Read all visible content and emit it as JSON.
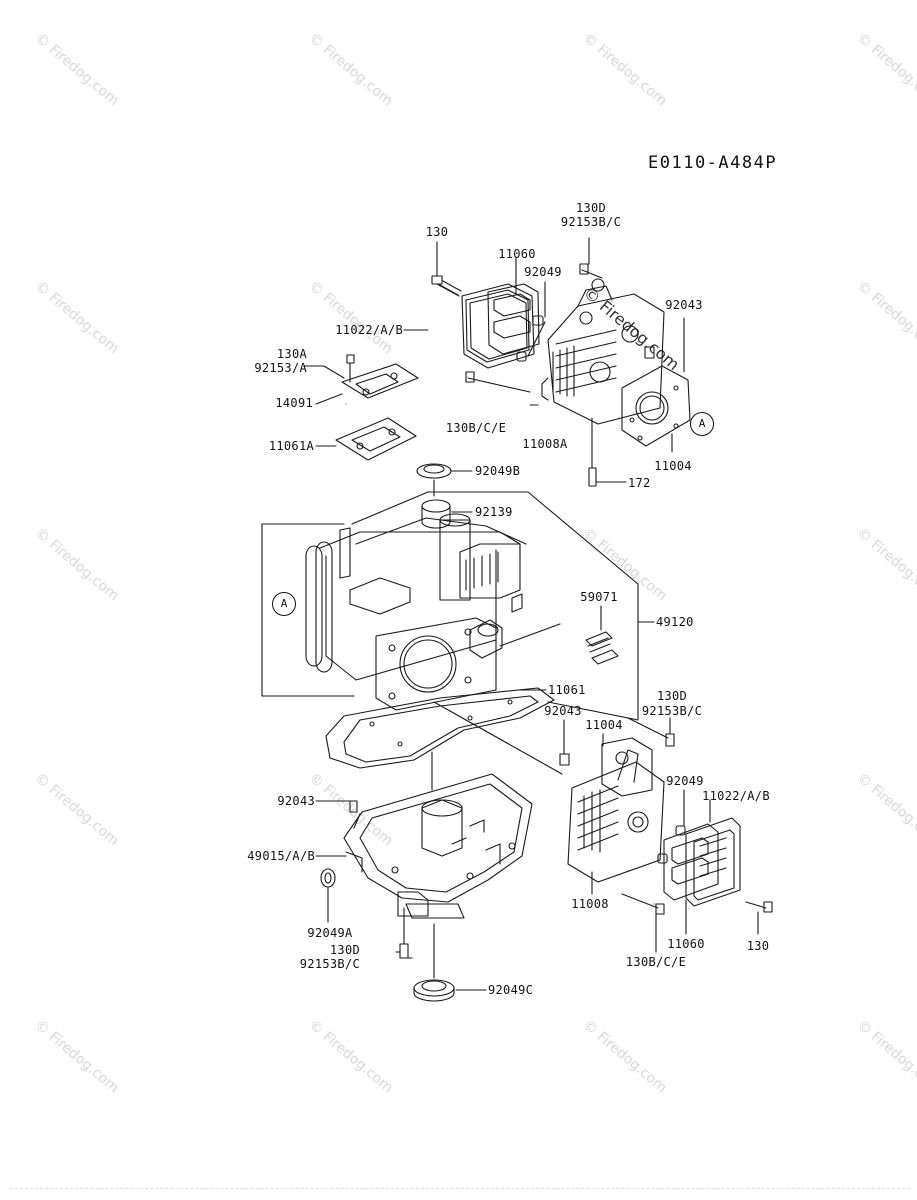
{
  "diagram_code": "E0110-A484P",
  "watermark": "© Firedog.com",
  "circle_label": "A",
  "labels": {
    "l130_top": "130",
    "l130d_top": "130D",
    "l92153bc_top": "92153B/C",
    "l11060_top": "11060",
    "l92049_top": "92049",
    "l92043_top": "92043",
    "l11022_top": "11022/A/B",
    "l130a": "130A",
    "l92153a": "92153/A",
    "l14091": "14091",
    "l130bce_top": "130B/C/E",
    "l11008a": "11008A",
    "l11004_top": "11004",
    "l172": "172",
    "l11061a": "11061A",
    "l92049b": "92049B",
    "l92139": "92139",
    "l59071": "59071",
    "l49120": "49120",
    "l11061": "11061",
    "l130d_mid": "130D",
    "l92043_mid": "92043",
    "l92153bc_mid": "92153B/C",
    "l11004_mid": "11004",
    "l92049_mid": "92049",
    "l11022_mid": "11022/A/B",
    "l92043_left": "92043",
    "l49015": "49015/A/B",
    "l92049a": "92049A",
    "l130d_bot": "130D",
    "l92153bc_bot": "92153B/C",
    "l92049c": "92049C",
    "l11008": "11008",
    "l11060_bot": "11060",
    "l130_bot": "130",
    "l130bce_bot": "130B/C/E"
  }
}
